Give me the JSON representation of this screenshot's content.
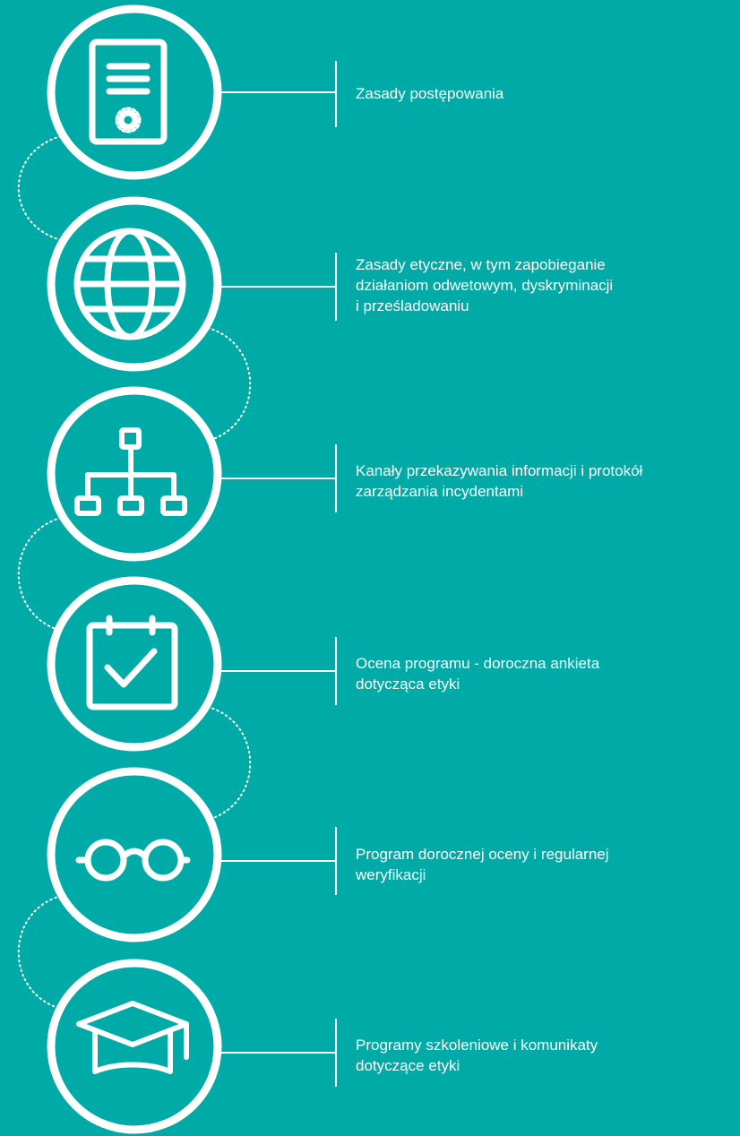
{
  "colors": {
    "background": "#00aaa6",
    "foreground": "#ffffff"
  },
  "steps": [
    {
      "icon": "certificate-document-icon",
      "label": "Zasady postępowania"
    },
    {
      "icon": "globe-icon",
      "label": "Zasady etyczne, w tym zapobieganie\ndziałaniom odwetowym, dyskryminacji\ni prześladowaniu"
    },
    {
      "icon": "org-chart-icon",
      "label": "Kanały przekazywania informacji i protokół\nzarządzania incydentami"
    },
    {
      "icon": "calendar-check-icon",
      "label": "Ocena programu - doroczna ankieta\ndotycząca etyki"
    },
    {
      "icon": "glasses-icon",
      "label": "Program dorocznej oceny i regularnej\nweryfikacji"
    },
    {
      "icon": "graduation-cap-icon",
      "label": "Programy szkoleniowe i komunikaty\ndotyczące etyki"
    }
  ]
}
